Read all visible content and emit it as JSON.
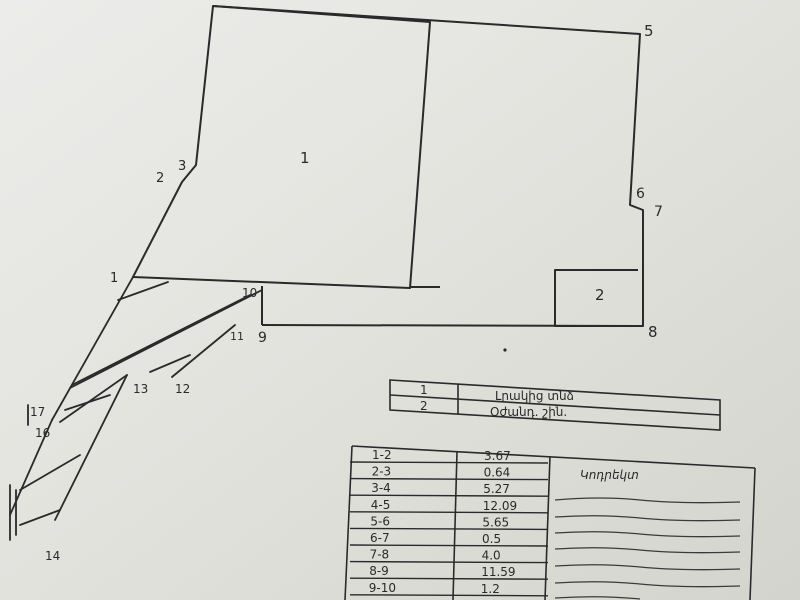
{
  "plan": {
    "region_labels": [
      "1",
      "2"
    ],
    "point_labels": [
      "1",
      "2",
      "3",
      "5",
      "6",
      "7",
      "8",
      "9",
      "10",
      "11",
      "12",
      "13",
      "14",
      "16",
      "17"
    ]
  },
  "legend_table": {
    "rows": [
      {
        "no": "1",
        "desc": "Լրակից տնձ"
      },
      {
        "no": "2",
        "desc": "Օժանդ. շին."
      }
    ]
  },
  "lengths_table": {
    "header_note": "Կոդրեկտ",
    "rows": [
      {
        "segment": "1-2",
        "length": "3.67"
      },
      {
        "segment": "2-3",
        "length": "0.64"
      },
      {
        "segment": "3-4",
        "length": "5.27"
      },
      {
        "segment": "4-5",
        "length": "12.09"
      },
      {
        "segment": "5-6",
        "length": "5.65"
      },
      {
        "segment": "6-7",
        "length": "0.5"
      },
      {
        "segment": "7-8",
        "length": "4.0"
      },
      {
        "segment": "8-9",
        "length": "11.59"
      },
      {
        "segment": "9-10",
        "length": "1.2"
      }
    ]
  },
  "colors": {
    "paper": "#e9e9e4",
    "ink": "#2a2a2a"
  }
}
